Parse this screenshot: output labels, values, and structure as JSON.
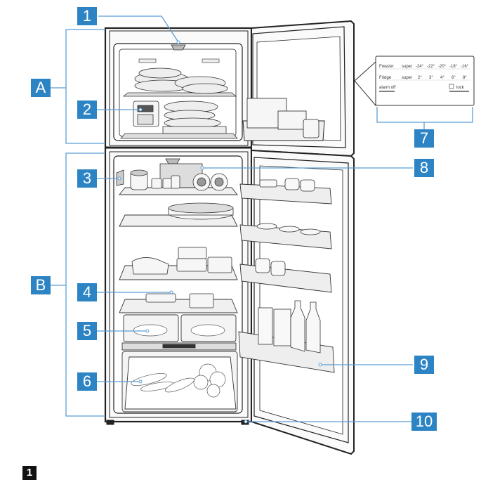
{
  "figure": {
    "number_badge": "1"
  },
  "labels": {
    "l1": "1",
    "l2": "2",
    "l3": "3",
    "l4": "4",
    "l5": "5",
    "l6": "6",
    "l7": "7",
    "l8": "8",
    "l9": "9",
    "l10": "10",
    "la": "A",
    "lb": "B"
  },
  "control_panel": {
    "freezer_label": "Freezer",
    "freezer_super": "super",
    "freezer_temps": [
      "-24°",
      "-22°",
      "-20°",
      "-18°",
      "-16°"
    ],
    "fridge_label": "Fridge",
    "fridge_super": "super",
    "fridge_temps": [
      "2°",
      "3°",
      "4°",
      "6°",
      "8°"
    ],
    "alarm_label": "alarm off",
    "lock_label": "lock"
  },
  "colors": {
    "accent": "#2d84c4",
    "line": "#5b9fd6"
  }
}
